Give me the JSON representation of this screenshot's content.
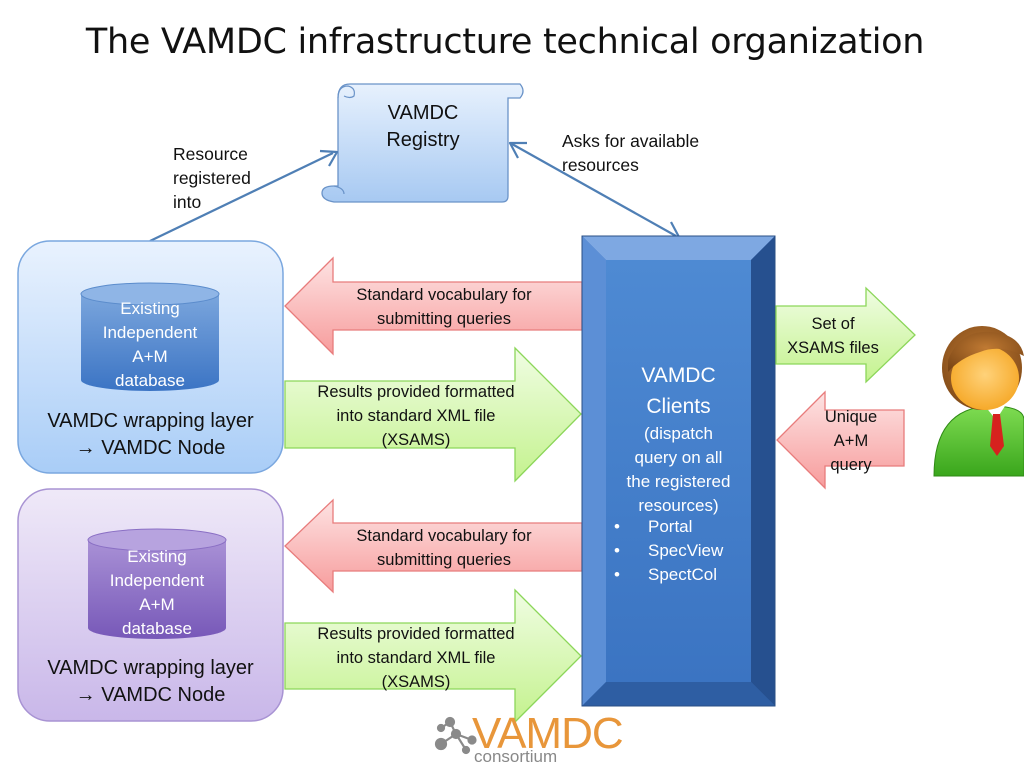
{
  "title": "The VAMDC infrastructure technical organization",
  "registry": {
    "line1": "VAMDC",
    "line2": "Registry"
  },
  "annotations": {
    "resource_registered": [
      "Resource",
      "registered",
      "into"
    ],
    "asks_for": [
      "Asks for available",
      "resources"
    ]
  },
  "nodes": [
    {
      "color": "#9cc3f5",
      "db_lines": [
        "Existing",
        "Independent",
        "A+M",
        "database"
      ],
      "wrap_line1": "VAMDC wrapping layer",
      "wrap_arrow": "→",
      "wrap_line2": "VAMDC Node"
    },
    {
      "color": "#c7b3e8",
      "db_lines": [
        "Existing",
        "Independent",
        "A+M",
        "database"
      ],
      "wrap_line1": "VAMDC wrapping layer",
      "wrap_arrow": "→",
      "wrap_line2": "VAMDC Node"
    }
  ],
  "arrows": {
    "vocab": [
      "Standard vocabulary for",
      "submitting queries"
    ],
    "results": [
      "Results provided formatted",
      "into standard XML file",
      "(XSAMS)"
    ],
    "xsams_out": [
      "Set of",
      "XSAMS files"
    ],
    "query_in": [
      "Unique",
      "A+M",
      "query"
    ]
  },
  "clients": {
    "line1": "VAMDC",
    "line2": "Clients",
    "desc": [
      "(dispatch",
      "query on all",
      "the registered",
      "resources)"
    ],
    "items": [
      "Portal",
      "SpecView",
      "SpectCol"
    ],
    "bullet": "•"
  },
  "logo": {
    "word": "VAMDC",
    "sub": "consortium"
  },
  "colors": {
    "blue_node": "#9cc3f5",
    "purple_node": "#c7b3e8",
    "client_box": "#3f7fce",
    "red_arrow": "#f7a3a3",
    "green_arrow": "#c9f59a",
    "logo_orange": "#e8963a"
  }
}
